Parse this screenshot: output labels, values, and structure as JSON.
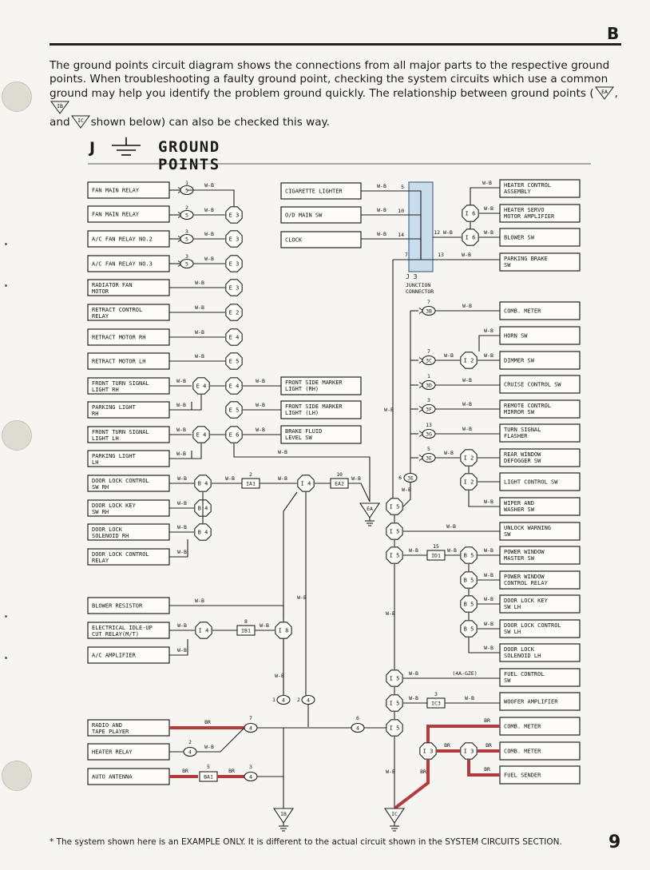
{
  "page": {
    "section_letter": "B",
    "intro_line1": "The ground points circuit diagram shows the connections from all major parts to the respective ground",
    "intro_line2": "points.  When troubleshooting a faulty ground point, checking the system circuits which use a common",
    "intro_line3a": "ground may help you identify the problem ground quickly.  The relationship between ground points (",
    "intro_line3b": ",",
    "intro_line4a": "and",
    "intro_line4b": "shown below) can also be checked this way.",
    "title_letter": "J",
    "title_text": "GROUND POINTS",
    "footnote": "* The system shown here is an EXAMPLE ONLY. It is different to the actual circuit shown in the SYSTEM CIRCUITS SECTION.",
    "page_number": "9",
    "icons": [
      "ground-symbol-icon",
      "ground-triangle-icon",
      "connector-circle-icon",
      "junction-octagon-icon"
    ]
  },
  "diagram": {
    "colors": {
      "wire": "#222222",
      "highlight": "#b33b3b",
      "junction_fill": "#c9dcec"
    },
    "left_components": [
      "FAN MAIN RELAY",
      "FAN MAIN RELAY",
      "A/C FAN RELAY NO.2",
      "A/C FAN RELAY NO.3",
      "RADIATOR FAN\nMOTOR",
      "RETRACT CONTROL\nRELAY",
      "RETRACT MOTOR RH",
      "RETRACT MOTOR LH",
      "FRONT TURN SIGNAL\nLIGHT RH",
      "PARKING LIGHT\nRH",
      "FRONT TURN SIGNAL\nLIGHT LH",
      "PARKING LIGHT\nLH",
      "DOOR LOCK CONTROL\nSW RH",
      "DOOR LOCK KEY\nSW RH",
      "DOOR LOCK\nSOLENOID RH",
      "DOOR LOCK CONTROL\nRELAY",
      "BLOWER RESISTOR",
      "ELECTRICAL IDLE-UP\nCUT RELAY(M/T)",
      "A/C AMPLIFIER",
      "RADIO AND\nTAPE PLAYER",
      "HEATER RELAY",
      "AUTO ANTENNA"
    ],
    "middle_components": [
      "CIGARETTE LIGHTER",
      "O/D MAIN SW",
      "CLOCK",
      "FRONT SIDE MARKER\nLIGHT (RH)",
      "FRONT SIDE MARKER\nLIGHT (LH)",
      "BRAKE FLUID\nLEVEL SW"
    ],
    "right_components": [
      "HEATER CONTROL\nASSEMBLY",
      "HEATER SERVO\nMOTOR AMPLIFIER",
      "BLOWER SW",
      "PARKING BRAKE\nSW",
      "COMB. METER",
      "HORN SW",
      "DIMMER SW",
      "CRUISE CONTROL SW",
      "REMOTE CONTROL\nMIRROR SW",
      "TURN SIGNAL\nFLASHER",
      "REAR WINDOW\nDEFOGGER SW",
      "LIGHT CONTROL SW",
      "WIPER AND\nWASHER SW",
      "UNLOCK WARNING\nSW",
      "POWER WINDOW\nMASTER SW",
      "POWER WINDOW\nCONTROL RELAY",
      "DOOR LOCK KEY\nSW LH",
      "DOOR LOCK CONTROL\nSW LH",
      "DOOR LOCK\nSOLENOID LH",
      "FUEL CONTROL\nSW",
      "WOOFER AMPLIFIER",
      "COMB. METER",
      "COMB. METER",
      "FUEL SENDER"
    ],
    "wire_label": "W-B",
    "wire_label_br": "BR",
    "junction_title": "J 3",
    "junction_sub1": "JUNCTION",
    "junction_sub2": "CONNECTOR",
    "engine_note": "(4A-GZE)",
    "splices": {
      "ia1": "IA1",
      "ea2": "EA2",
      "ib1": "IB1",
      "id1": "ID1",
      "ic3": "IC3",
      "ba1": "BA1"
    },
    "grounds": {
      "ea": "EA",
      "ib": "IB",
      "ic": "IC"
    }
  }
}
